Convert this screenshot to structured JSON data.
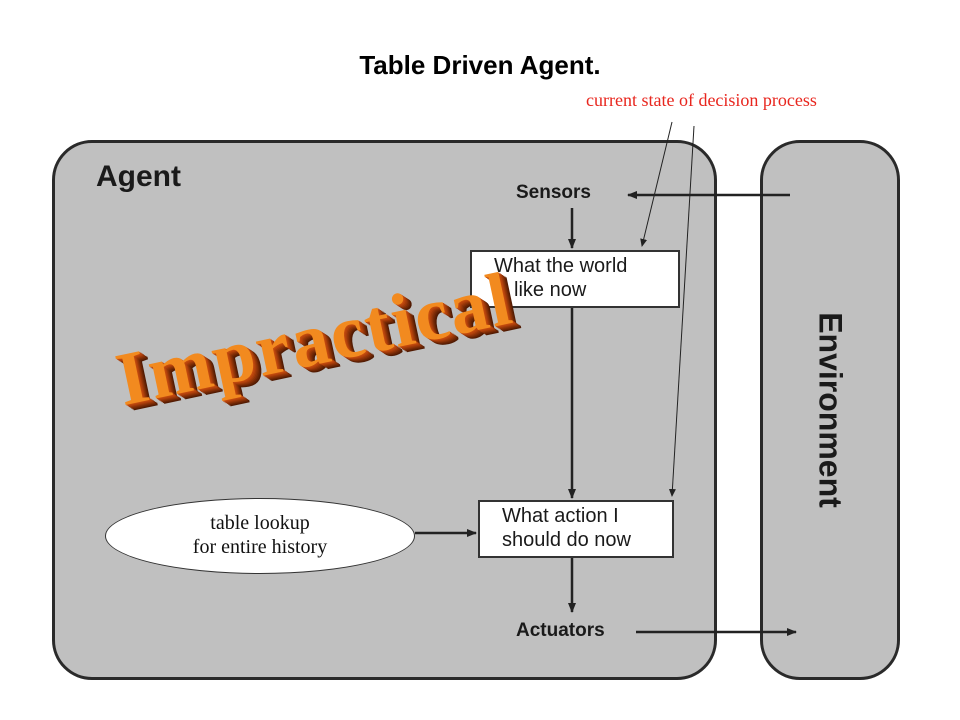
{
  "title": "Table Driven Agent.",
  "annotation": "current state of decision process",
  "agent": {
    "label": "Agent",
    "sensors": "Sensors",
    "world_box": [
      "What the world",
      "is like now"
    ],
    "action_box": [
      "What action I",
      "should do now"
    ],
    "actuators": "Actuators",
    "overlay": "Impractical",
    "lookup": [
      "table lookup",
      "for entire history"
    ]
  },
  "environment": {
    "label": "Environment"
  },
  "colors": {
    "panel": "#c0c0c0",
    "annotation": "#e8261e",
    "overlay": "#f28a1f"
  }
}
